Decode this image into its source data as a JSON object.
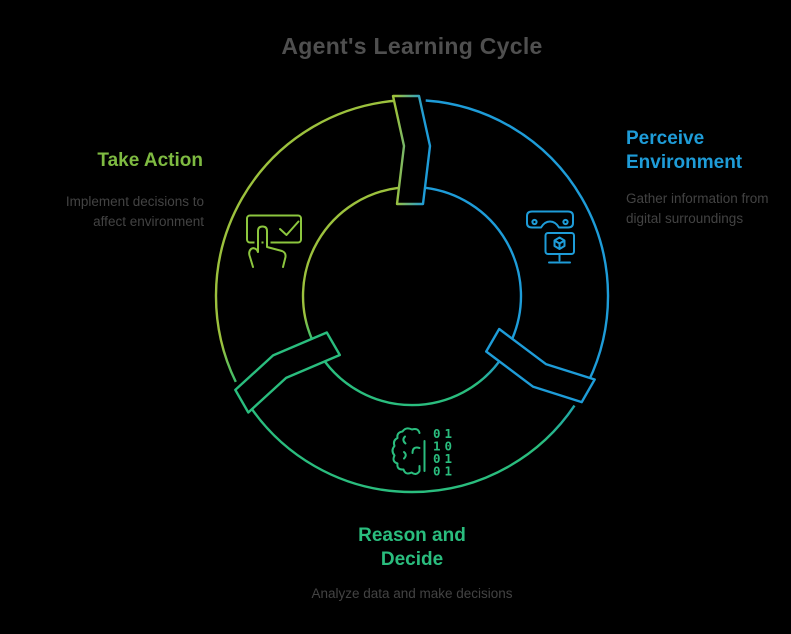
{
  "title": "Agent's Learning Cycle",
  "colors": {
    "background": "#000000",
    "title_text": "#4f4f4f",
    "desc_text": "#434343",
    "blue": "#1e9cd8",
    "lime": "#9cc13d",
    "lime_label": "#7eba41",
    "lime_icon": "#8cc63e",
    "emerald": "#2abd7e",
    "teal_blend": "#1fa6ac",
    "blue_blend": "#2097c9",
    "green_blend": "#3abd6c"
  },
  "steps": [
    {
      "id": "perceive",
      "label": "Perceive Environment",
      "description": "Gather information from digital surroundings",
      "color": "#1e9cd8",
      "icon": "vr-headset-monitor-icon"
    },
    {
      "id": "reason",
      "label": "Reason and Decide",
      "description": "Analyze data and make decisions",
      "color": "#2abd7e",
      "icon": "brain-binary-icon"
    },
    {
      "id": "take-action",
      "label": "Take Action",
      "description": "Implement decisions to affect environment",
      "color": "#7eba41",
      "icon": "tap-button-icon"
    }
  ],
  "icon_binary_rows": [
    "01",
    "10",
    "01",
    "01"
  ]
}
